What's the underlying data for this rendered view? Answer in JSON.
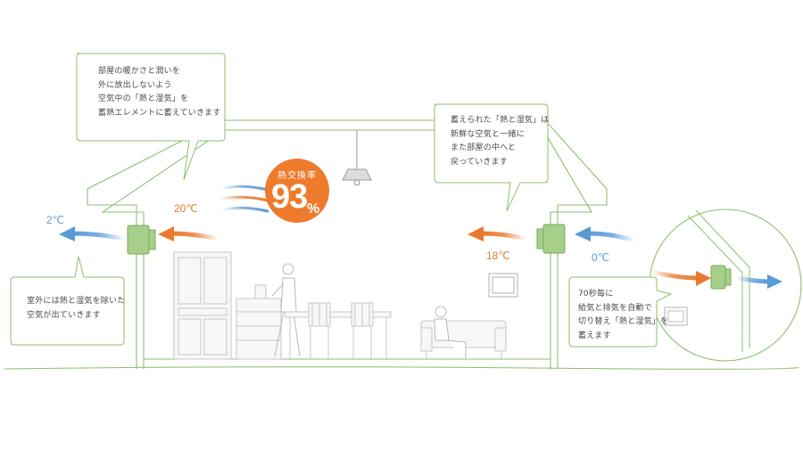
{
  "callouts": {
    "top_left": "部屋の暖かさと潤いを\n外に放出しないよう\n空気中の「熱と湿気」を\n蓄熱エレメントに蓄えていきます",
    "top_right": "蓄えられた「熱と湿気」は\n新鮮な空気と一緒に\nまた部屋の中へと\n戻っていきます",
    "bottom_left": "室外には熱と湿気を除いた\n空気が出ていきます",
    "bottom_right": "70秒毎に\n給気と排気を自動で\n切り替え「熱と湿気」を\n蓄えます"
  },
  "temperatures": {
    "outside_exhaust": "2℃",
    "indoor_exhaust": "20℃",
    "indoor_supply": "18℃",
    "outside_supply": "0℃"
  },
  "badge": {
    "label": "熱交換率",
    "value": "93",
    "unit": "%"
  },
  "colors": {
    "outline": "#8cbf6f",
    "warm": "#e8792d",
    "cold": "#5b9bd5",
    "unit_fill": "#a6cf8a",
    "furniture": "#cfcfcf"
  }
}
